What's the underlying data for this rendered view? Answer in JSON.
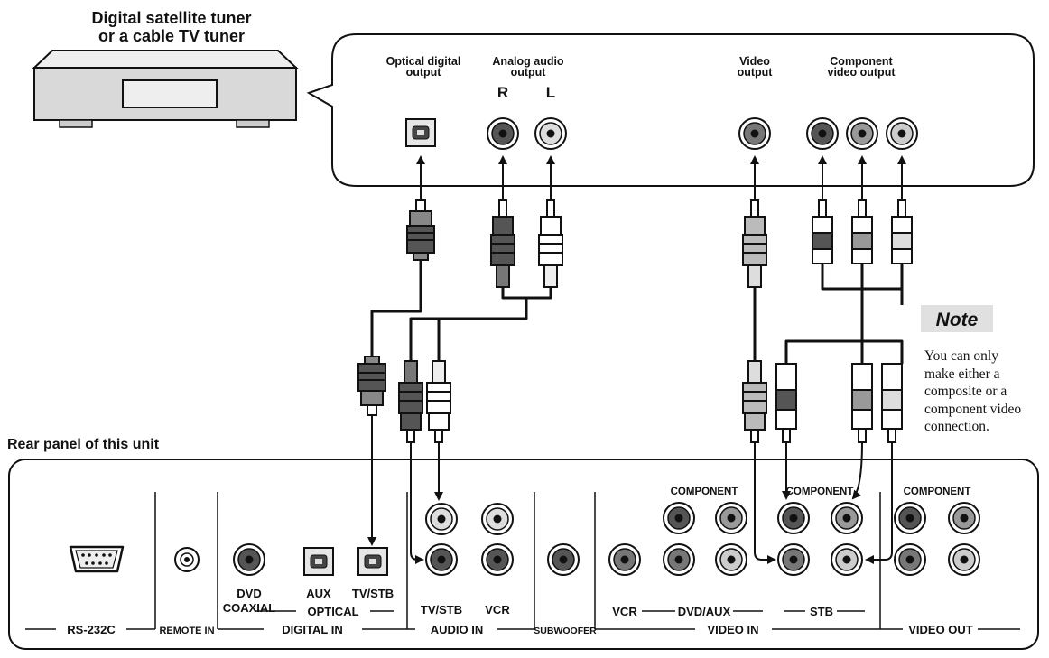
{
  "source": {
    "title_line1": "Digital satellite tuner",
    "title_line2": "or a cable TV tuner",
    "outputs": {
      "optical_l1": "Optical digital",
      "optical_l2": "output",
      "analog_l1": "Analog audio",
      "analog_l2": "output",
      "r": "R",
      "l": "L",
      "video_l1": "Video",
      "video_l2": "output",
      "component_l1": "Component",
      "component_l2": "video output"
    }
  },
  "note": {
    "title": "Note",
    "lines": [
      "You can only",
      "make either a",
      "composite or a",
      "component video",
      "connection."
    ]
  },
  "panel": {
    "title": "Rear panel of this unit",
    "labels": {
      "dvd": "DVD",
      "coaxial": "COAXIAL",
      "aux": "AUX",
      "tvstb_optical": "TV/STB",
      "optical": "OPTICAL",
      "tvstb_audio": "TV/STB",
      "vcr_audio": "VCR",
      "vcr_video": "VCR",
      "dvdaux": "DVD/AUX",
      "stb": "STB",
      "component_1": "COMPONENT",
      "component_2": "COMPONENT",
      "component_3": "COMPONENT"
    },
    "sections": {
      "rs232c": "RS-232C",
      "remote_in": "REMOTE IN",
      "digital_in": "DIGITAL IN",
      "audio_in": "AUDIO IN",
      "subwoofer": "SUBWOOFER",
      "video_in": "VIDEO IN",
      "video_out": "VIDEO OUT"
    }
  },
  "colors": {
    "ink": "#111111",
    "device_gray": "#d9d9d9",
    "jack_dark": "#555555",
    "jack_light": "#d8d8d8",
    "note_bg": "#e0e0e0"
  }
}
